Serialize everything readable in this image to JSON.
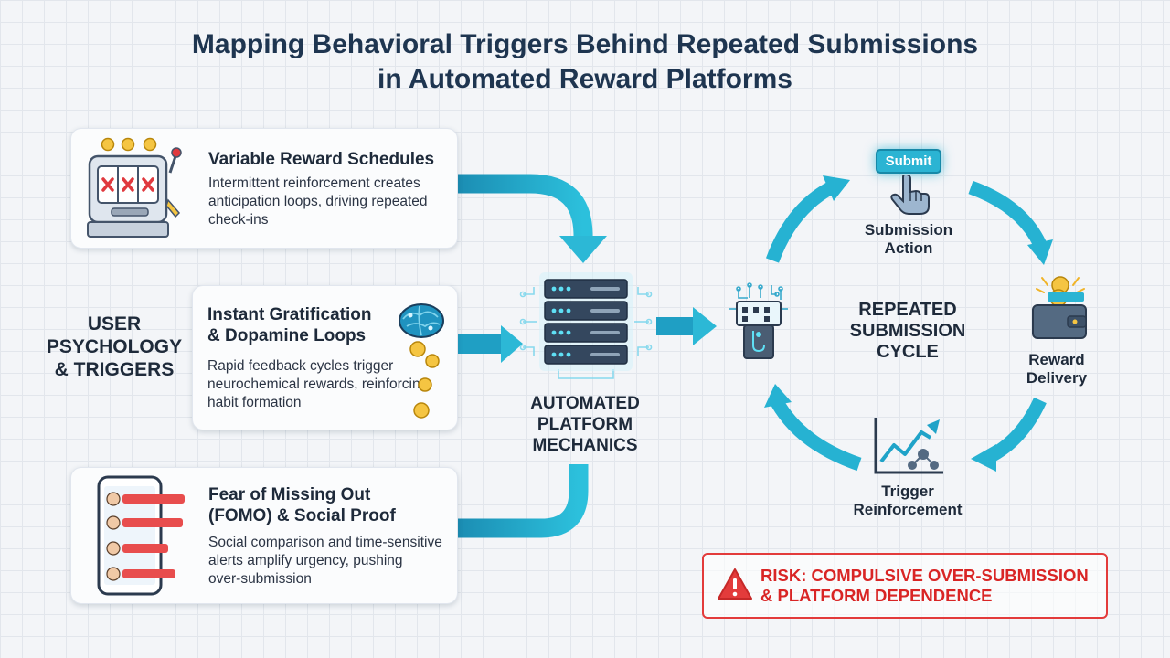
{
  "title": {
    "line1": "Mapping Behavioral Triggers Behind Repeated Submissions",
    "line2": "in Automated Reward Platforms"
  },
  "side_label": {
    "line1": "USER",
    "line2": "PSYCHOLOGY",
    "line3": "& TRIGGERS"
  },
  "cards": [
    {
      "title_lines": [
        "Variable Reward Schedules"
      ],
      "body_lines": [
        "Intermittent reinforcement creates",
        "anticipation loops, driving repeated",
        "check-ins"
      ],
      "icon": "slot-machine-icon"
    },
    {
      "title_lines": [
        "Instant Gratification",
        "& Dopamine Loops"
      ],
      "body_lines": [
        "Rapid feedback cycles trigger",
        "neurochemical rewards, reinforcing",
        "habit formation"
      ],
      "icon": "brain-icon"
    },
    {
      "title_lines": [
        "Fear of Missing Out",
        "(FOMO) & Social Proof"
      ],
      "body_lines": [
        "Social comparison and time-sensitive",
        "alerts amplify urgency, pushing",
        "over-submission"
      ],
      "icon": "phone-notifications-icon"
    }
  ],
  "platform": {
    "line1": "AUTOMATED",
    "line2": "PLATFORM",
    "line3": "MECHANICS",
    "icon": "server-stack-icon"
  },
  "cycle": {
    "center_line1": "REPEATED",
    "center_line2": "SUBMISSION",
    "center_line3": "CYCLE",
    "submit_button": "Submit",
    "submission": {
      "line1": "Submission",
      "line2": "Action"
    },
    "reward": {
      "line1": "Reward",
      "line2": "Delivery"
    },
    "trigger": {
      "line1": "Trigger",
      "line2": "Reinforcement"
    }
  },
  "risk": {
    "line1": "RISK: COMPULSIVE OVER-SUBMISSION",
    "line2": "& PLATFORM DEPENDENCE",
    "icon": "warning-icon"
  },
  "colors": {
    "accent": "#1fa3c8",
    "title": "#1e3550",
    "risk": "#e33b3b",
    "coin": "#f5c542",
    "x_mark": "#e0393e"
  }
}
